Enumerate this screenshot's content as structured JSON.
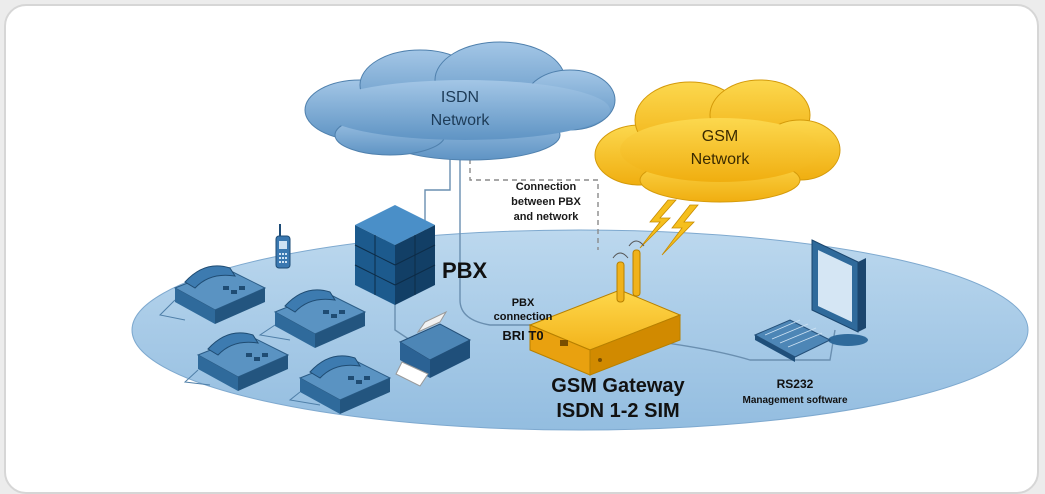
{
  "clouds": {
    "isdn": {
      "line1": "ISDN",
      "line2": "Network"
    },
    "gsm": {
      "line1": "GSM",
      "line2": "Network"
    }
  },
  "labels": {
    "connection": [
      "Connection",
      "between PBX",
      "and network"
    ],
    "pbx": "PBX",
    "pbx_connection": [
      "PBX",
      "connection",
      "BRI T0"
    ],
    "gateway_title": "GSM Gateway",
    "gateway_subtitle": "ISDN 1-2 SIM",
    "rs232": "RS232",
    "management": "Management software"
  },
  "colors": {
    "ellipse": "#a9cbe6",
    "isdn_cloud": "#84b1d8",
    "gsm_cloud": "#f7c42a",
    "pbx": "#1f5f92",
    "gateway": "#f2b31b",
    "phone": "#4f88b6"
  },
  "icons": [
    "mobile-phone-icon",
    "desk-phone-icon",
    "fax-icon",
    "antenna-icon",
    "lightning-icon",
    "monitor-icon",
    "keyboard-icon"
  ]
}
